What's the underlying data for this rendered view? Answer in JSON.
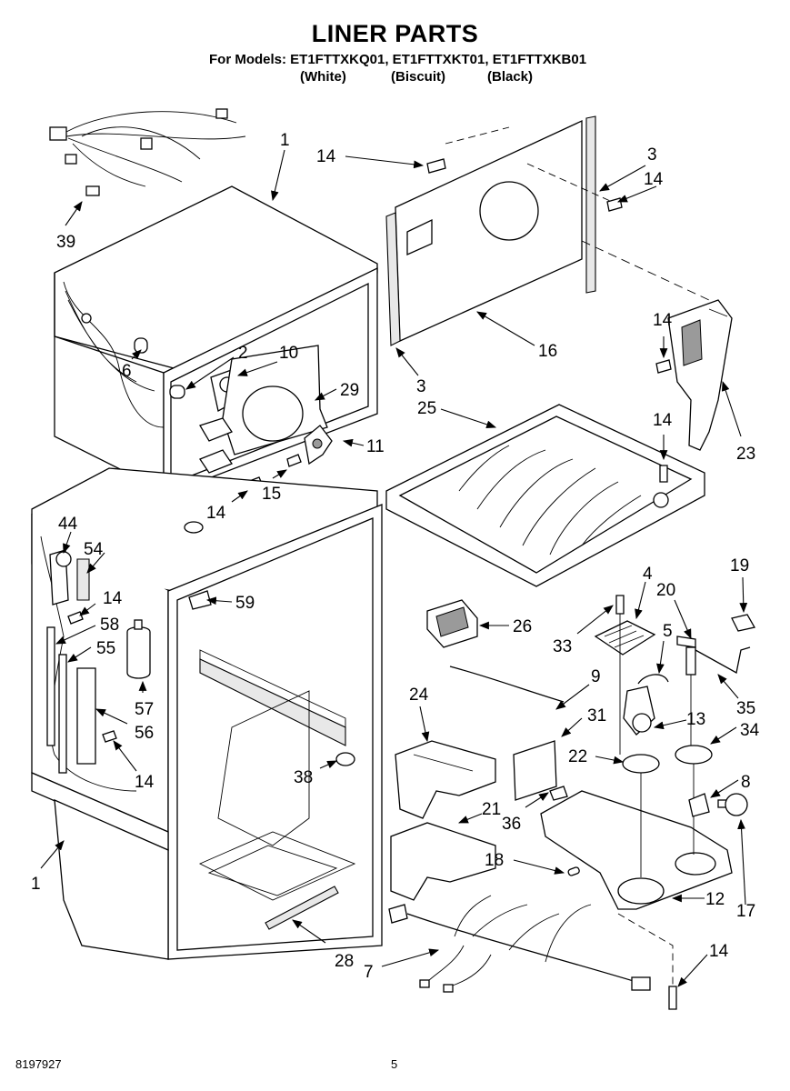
{
  "header": {
    "title": "LINER PARTS",
    "models_line": "For Models: ET1FTTXKQ01, ET1FTTXKT01, ET1FTTXKB01",
    "colors": [
      "(White)",
      "(Biscuit)",
      "(Black)"
    ]
  },
  "footer": {
    "document_number": "8197927",
    "page_number": "5"
  },
  "callouts": [
    {
      "id": "c1a",
      "label": "1"
    },
    {
      "id": "c39",
      "label": "39"
    },
    {
      "id": "c14a",
      "label": "14"
    },
    {
      "id": "c3a",
      "label": "3"
    },
    {
      "id": "c14b",
      "label": "14"
    },
    {
      "id": "c16",
      "label": "16"
    },
    {
      "id": "c3b",
      "label": "3"
    },
    {
      "id": "c14c",
      "label": "14"
    },
    {
      "id": "c23",
      "label": "23"
    },
    {
      "id": "c6",
      "label": "6"
    },
    {
      "id": "c2",
      "label": "2"
    },
    {
      "id": "c10",
      "label": "10"
    },
    {
      "id": "c29",
      "label": "29"
    },
    {
      "id": "c25",
      "label": "25"
    },
    {
      "id": "c11",
      "label": "11"
    },
    {
      "id": "c14d",
      "label": "14"
    },
    {
      "id": "c15",
      "label": "15"
    },
    {
      "id": "c14e",
      "label": "14"
    },
    {
      "id": "c44",
      "label": "44"
    },
    {
      "id": "c54",
      "label": "54"
    },
    {
      "id": "c59",
      "label": "59"
    },
    {
      "id": "c14f",
      "label": "14"
    },
    {
      "id": "c58",
      "label": "58"
    },
    {
      "id": "c55",
      "label": "55"
    },
    {
      "id": "c57",
      "label": "57"
    },
    {
      "id": "c56",
      "label": "56"
    },
    {
      "id": "c14g",
      "label": "14"
    },
    {
      "id": "c26",
      "label": "26"
    },
    {
      "id": "c4",
      "label": "4"
    },
    {
      "id": "c33",
      "label": "33"
    },
    {
      "id": "c20",
      "label": "20"
    },
    {
      "id": "c19",
      "label": "19"
    },
    {
      "id": "c5",
      "label": "5"
    },
    {
      "id": "c9",
      "label": "9"
    },
    {
      "id": "c35",
      "label": "35"
    },
    {
      "id": "c24",
      "label": "24"
    },
    {
      "id": "c31",
      "label": "31"
    },
    {
      "id": "c13",
      "label": "13"
    },
    {
      "id": "c34",
      "label": "34"
    },
    {
      "id": "c22",
      "label": "22"
    },
    {
      "id": "c38",
      "label": "38"
    },
    {
      "id": "c8",
      "label": "8"
    },
    {
      "id": "c21",
      "label": "21"
    },
    {
      "id": "c36",
      "label": "36"
    },
    {
      "id": "c1b",
      "label": "1"
    },
    {
      "id": "c18",
      "label": "18"
    },
    {
      "id": "c12",
      "label": "12"
    },
    {
      "id": "c17",
      "label": "17"
    },
    {
      "id": "c28",
      "label": "28"
    },
    {
      "id": "c7",
      "label": "7"
    },
    {
      "id": "c14h",
      "label": "14"
    }
  ]
}
